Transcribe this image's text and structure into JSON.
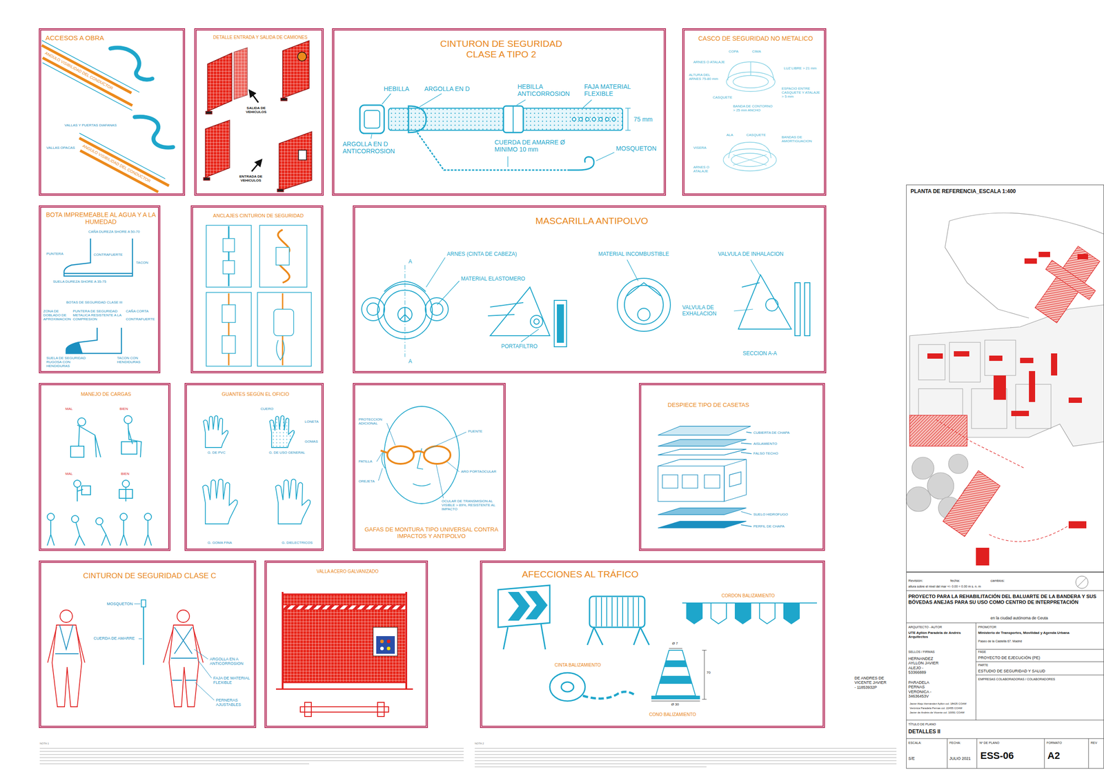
{
  "diagram": {
    "nodes": [
      {
        "text": [
          "ACCESOS A OBRA"
        ]
      },
      {
        "text": [
          "DETALLE ENTRADA Y SALIDA DE CAMIONES"
        ]
      },
      {
        "text": [
          "CINTURON DE SEGURIDAD CLASE A TIPO 2"
        ]
      },
      {
        "text": [
          "CASCO DE SEGURIDAD NO METALICO"
        ]
      },
      {
        "text": [
          "BOTA IMPREMEABLE AL AGUA Y A LA HUMEDAD"
        ]
      },
      {
        "text": [
          "ANCLAJES CINTURON DE SEGURIDAD"
        ]
      },
      {
        "text": [
          "MASCARILLA ANTIPOLVO"
        ]
      },
      {
        "text": [
          "MANEJO DE CARGAS"
        ]
      },
      {
        "text": [
          "GUANTES SEGÚN EL OFICIO"
        ]
      },
      {
        "text": [
          "GAFAS DE MONTURA TIPO UNIVERSAL CONTRA IMPACTOS Y ANTIPOLVO"
        ]
      },
      {
        "text": [
          "DESPIECE TIPO DE CASETAS"
        ]
      },
      {
        "text": [
          "CINTURON DE SEGURIDAD CLASE C"
        ]
      },
      {
        "text": [
          "VALLA ACERO GALVANIZADO"
        ]
      },
      {
        "text": [
          "AFECCIONES AL TRÁFICO"
        ]
      },
      {
        "text": [
          "PLANTA DE REFERENCIA_ESCALA 1:400"
        ]
      },
      {
        "text": [
          "PROYECTO PARA LA REHABILITACIÓN DEL BALUARTE DE LA BANDERA Y SUS BÓVEDAS ANEJAS PARA SU USO COMO CENTRO DE INTERPRETACIÓN",
          "en la ciudad autónoma de Ceuta"
        ]
      }
    ],
    "labels": [
      "ANGULO VISIBILIDAD DEL CONDUCTOR",
      "VALLAS Y PUERTAS DIAFANAS",
      "VALLAS OPACAS",
      "ANGULO VISIBILIDAD DEL CONDUCTOR",
      "SALIDA DE VEHICULOS",
      "ENTRADA DE VEHICULOS",
      "HEBILLA",
      "ARGOLLA EN D",
      "HEBILLA ANTICORROSION",
      "FAJA MATERIAL FLEXIBLE",
      "75 mm",
      "ARGOLLA EN D ANTICORROSION",
      "CUERDA DE AMARRE Ø MINIMO 10 mm",
      "MOSQUETON",
      "COPA",
      "CIMA",
      "ARNES O ATALAJE",
      "LUZ LIBRE > 21 mm",
      "ALTURA DEL ARNES 75-80 mm",
      "CASQUETE",
      "BANDA DE CONTORNO > 25 mm ANCHO",
      "ESPACIO ENTRE CASQUETE Y ATALAJE > 5 mm",
      "ALA",
      "CASQUETE",
      "BANDAS DE AMORTIGUACION",
      "VISERA",
      "ARNES O ATALAJE",
      "CAÑA DUREZA SHORE A 50-70",
      "PUNTERA",
      "CONTRAFUERTE",
      "TACON",
      "SUELA DUREZA SHORE A 35-75",
      "BOTAS DE SEGURIDAD CLASE III",
      "ZONA DE DOBLADO DE APROXIMACION",
      "CAÑA CORTA",
      "PUNTERA DE SEGURIDAD METALICA RESISTENTE A LA COMPRESION",
      "CONTRAFUERTE",
      "SUELA DE SEGURIDAD RUGOSA CON HENDIDURAS",
      "TACON CON HENDIDURAS",
      "ARNES (CINTA DE CABEZA)",
      "MATERIAL ELASTOMERO",
      "MATERIAL INCOMBUSTIBLE",
      "VALVULA DE INHALACION",
      "VALVULA DE EXHALACION",
      "PORTAFILTRO",
      "SECCION A-A",
      "A",
      "A",
      "MAL",
      "BIEN",
      "MAL",
      "BIEN",
      "CUERO",
      "LONETA",
      "GOMAS",
      "G. DE PVC",
      "G. DE USO GENERAL",
      "G. GOMA FINA",
      "G. DIELECTRICOS",
      "PROTECCION ADICIONAL",
      "PUENTE",
      "PATILLA",
      "OREJETA",
      "ARO PORTAOCULAR",
      "OCULAR DE TRANSMISION AL VISIBLE > 89%, RESISTENTE AL IMPACTO",
      "CUBIERTA DE CHAPA",
      "AISLAMIENTO",
      "FALSO TECHO",
      "SUELO HIDROFUGO",
      "PERFIL DE CHAPA",
      "MOSQUETON",
      "CUERDA DE AMARRE",
      "ARGOLLA EN A ANTICORROSION",
      "FAJA DE MATERIAL FLEXIBLE",
      "PERNERAS AJUSTABLES",
      "CORDON BALIZAMIENTO",
      "CINTA BALIZAMIENTO",
      "CONO BALIZAMIENTO",
      "Ø 7",
      "70",
      "Ø 30",
      "Revisión:",
      "fecha:",
      "cambios:",
      "altura sobre el nivel del mar +/- 0.00 = 0.00 m s. n. m",
      "ARQUITECTO - AUTOR",
      "UTE Ayllón Paradela de Andrés Arquitectos",
      "PROMOTOR",
      "Ministerio de Transportes, Movilidad y Agenda Urbana",
      "Paseo de la Castellà 67. Madrid",
      "SELLOS / FIRMAS",
      "FASE",
      "PROYECTO DE EJECUCIÓN (PE)",
      "PARTE",
      "ESTUDIO DE SEGURIDAD Y SALUD",
      "EMPRESAS COLABORADORAS / COLABORADORES",
      "HERNANDEZ AYLLON JAVIER ALEJO - 53366889",
      "PARADELA PERNAS VERONICA - 34636453V",
      "Javier Alejo Hernández Ayllón col. 18425 COAM",
      "Verónica Paradela Pernas col. 22455 COAM",
      "Javier de Andrés de Vicente col. 10091 COAM",
      "DE ANDRES DE VICENTE JAVIER - 11853932P",
      "TÍTULO DE PLANO",
      "DETALLES II",
      "ESCALA:",
      "FECHA:",
      "Nº DE PLANO",
      "FORMATO",
      "REV",
      "S/E",
      "JULIO 2021",
      "ESS-06",
      "A2",
      "NOTA 1",
      "NOTA 2"
    ]
  }
}
